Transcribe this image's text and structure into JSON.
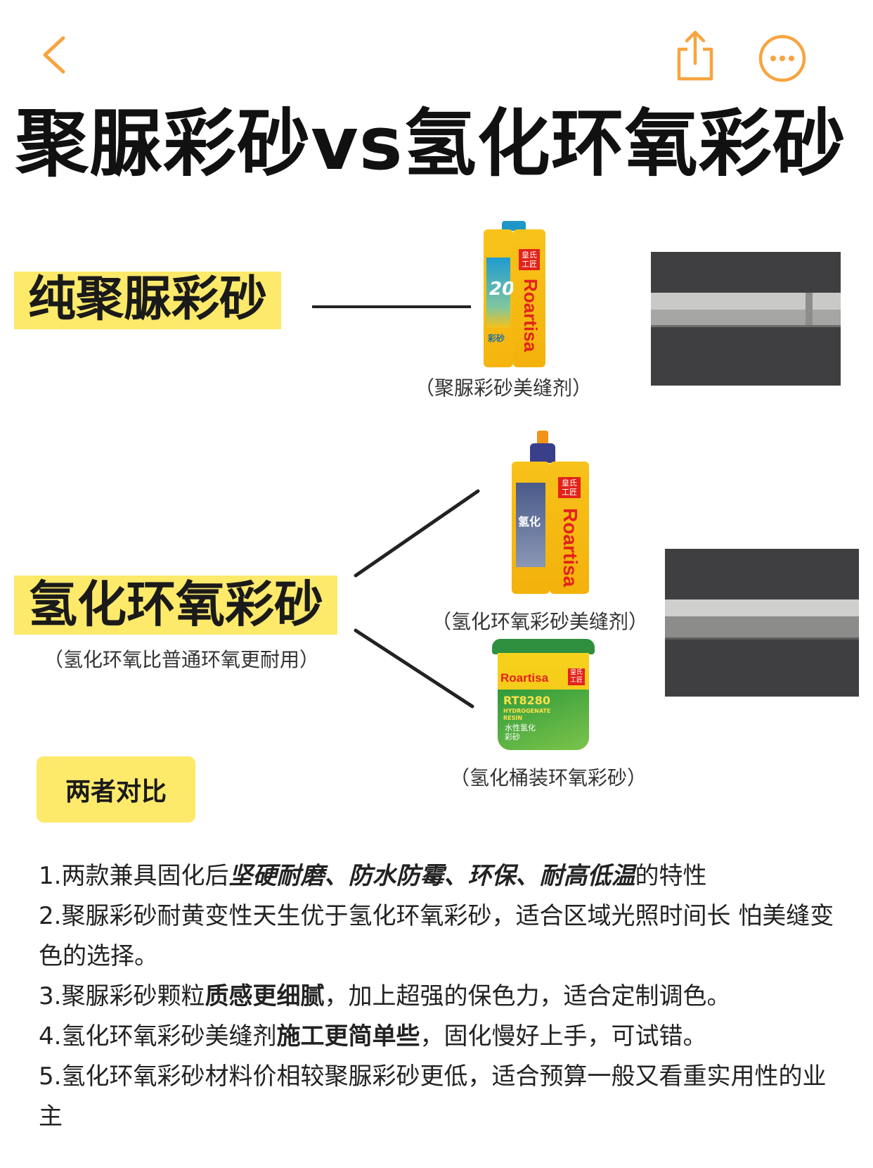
{
  "nav": {
    "back_icon": "chevron-left-icon",
    "share_icon": "share-icon",
    "more_icon": "more-dots-icon",
    "accent": "#f7a440"
  },
  "title": "聚脲彩砂vs氢化环氧彩砂",
  "sections": {
    "polyurea": {
      "label": "纯聚脲彩砂",
      "product_caption": "（聚脲彩砂美缝剂）"
    },
    "epoxy": {
      "label": "氢化环氧彩砂",
      "sublabel": "（氢化环氧比普通环氧更耐用）",
      "product1_caption": "（氢化环氧彩砂美缝剂）",
      "product2_caption": "（氢化桶装环氧彩砂）"
    }
  },
  "products": {
    "tube1": {
      "brand": "Roartisa",
      "badge": "皇氏\n工匠",
      "side_text": "彩砂",
      "number": "20"
    },
    "tube2": {
      "brand": "Roartisa",
      "badge": "皇氏\n工匠",
      "side_text": "氢化"
    },
    "bucket": {
      "brand": "Roartisa",
      "badge": "皇氏\n工匠",
      "model": "RT8280",
      "sub": "HYDROGENATE RESIN",
      "text": "水性氢化\n彩砂"
    }
  },
  "compare": {
    "tag": "两者对比",
    "items": [
      {
        "n": "1.",
        "a": "两款兼具固化后",
        "em": "坚硬耐磨、防水防霉、环保、耐高低温",
        "b": "的特性"
      },
      {
        "n": "2.",
        "a": "聚脲彩砂耐黄变性天生优于氢化环氧彩砂，适合区域光照时间长 怕美缝变色的选择。"
      },
      {
        "n": "3.",
        "a": "聚脲彩砂颗粒",
        "strong": "质感更细腻",
        "b": "，加上超强的保色力，适合定制调色。"
      },
      {
        "n": "4.",
        "a": "氢化环氧彩砂美缝剂",
        "strong": "施工更简单些",
        "b": "，固化慢好上手，可试错。"
      },
      {
        "n": "5.",
        "a": "氢化环氧彩砂材料价相较聚脲彩砂更低，适合预算一般又看重实用性的业主"
      }
    ]
  }
}
